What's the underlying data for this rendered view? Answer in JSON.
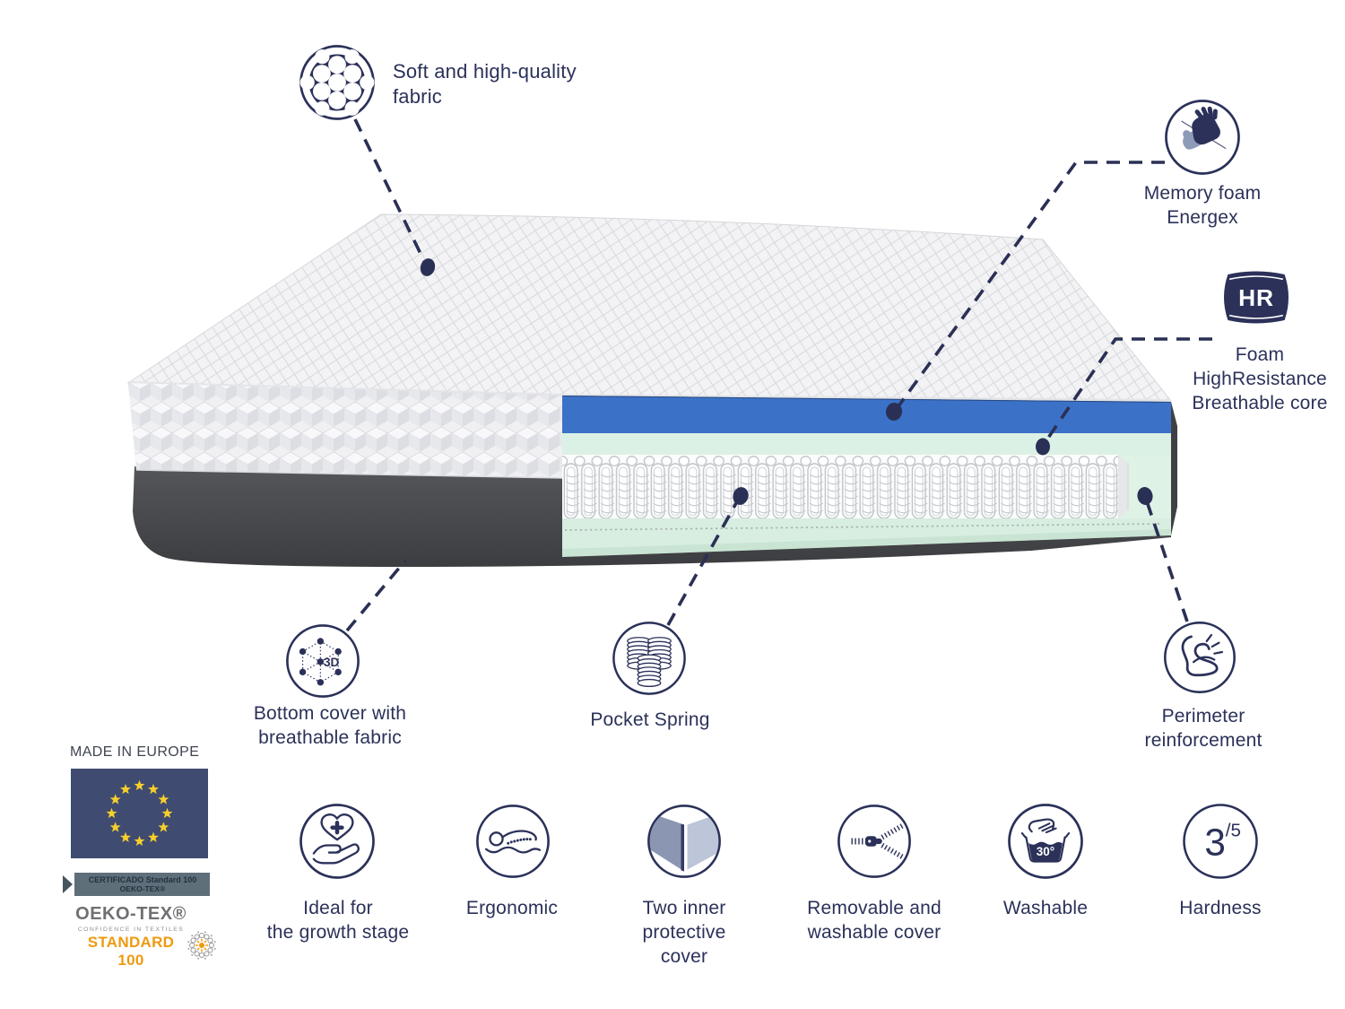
{
  "colors": {
    "navy": "#2b3159",
    "memory_foam_blue": "#3b72c8",
    "foam_mint": "#dcf1e5",
    "base_gray": "#47484c",
    "accent_orange": "#ee9a10",
    "flag_navy": "#3f4b70",
    "star_gold": "#f6cf2c"
  },
  "callouts": {
    "fabric": {
      "label": "Soft and high-quality\nfabric"
    },
    "memory_foam": {
      "label": "Memory foam\nEnergex"
    },
    "hr_core": {
      "badge": "HR",
      "label": "Foam\nHighResistance\nBreathable core"
    },
    "bottom_cover": {
      "label": "Bottom cover with\nbreathable fabric",
      "icon_text": "3D"
    },
    "pocket_spring": {
      "label": "Pocket Spring"
    },
    "perimeter": {
      "label": "Perimeter\nreinforcement"
    }
  },
  "certifications": {
    "made_in": "MADE IN EUROPE",
    "ribbon_line1": "CERTIFICADO Standard 100",
    "ribbon_line2": "OEKO-TEX®",
    "oeko_brand": "OEKO-TEX®",
    "oeko_tagline": "CONFIDENCE IN TEXTILES",
    "oeko_standard": "STANDARD 100"
  },
  "features": [
    {
      "id": "growth",
      "label": "Ideal for\nthe growth stage"
    },
    {
      "id": "ergonomic",
      "label": "Ergonomic"
    },
    {
      "id": "two-covers",
      "label": "Two inner\nprotective\ncover"
    },
    {
      "id": "removable",
      "label": "Removable and\nwashable cover"
    },
    {
      "id": "washable",
      "label": "Washable",
      "icon_text": "30°"
    },
    {
      "id": "hardness",
      "label": "Hardness",
      "value": "3",
      "scale": "/5"
    }
  ]
}
